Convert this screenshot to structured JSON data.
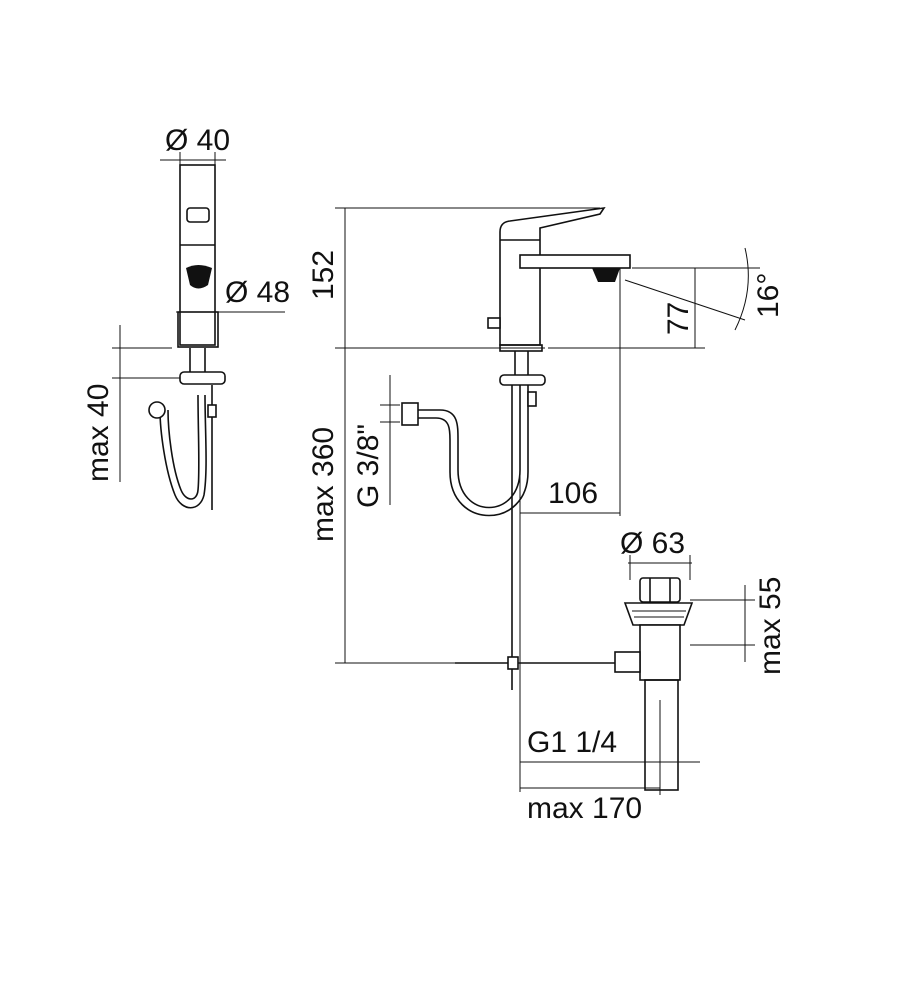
{
  "drawing": {
    "side_view": {
      "top_diameter": "Ø 40",
      "body_diameter": "Ø 48",
      "max_thickness": "max 40"
    },
    "front_view": {
      "height": "152",
      "max_depth": "max 360",
      "connection": "G 3/8\"",
      "angle": "16°",
      "spout_height": "77",
      "spout_reach": "106"
    },
    "drain": {
      "diameter": "Ø 63",
      "max_height": "max 55",
      "thread": "G1 1/4",
      "max_reach": "max 170"
    }
  }
}
